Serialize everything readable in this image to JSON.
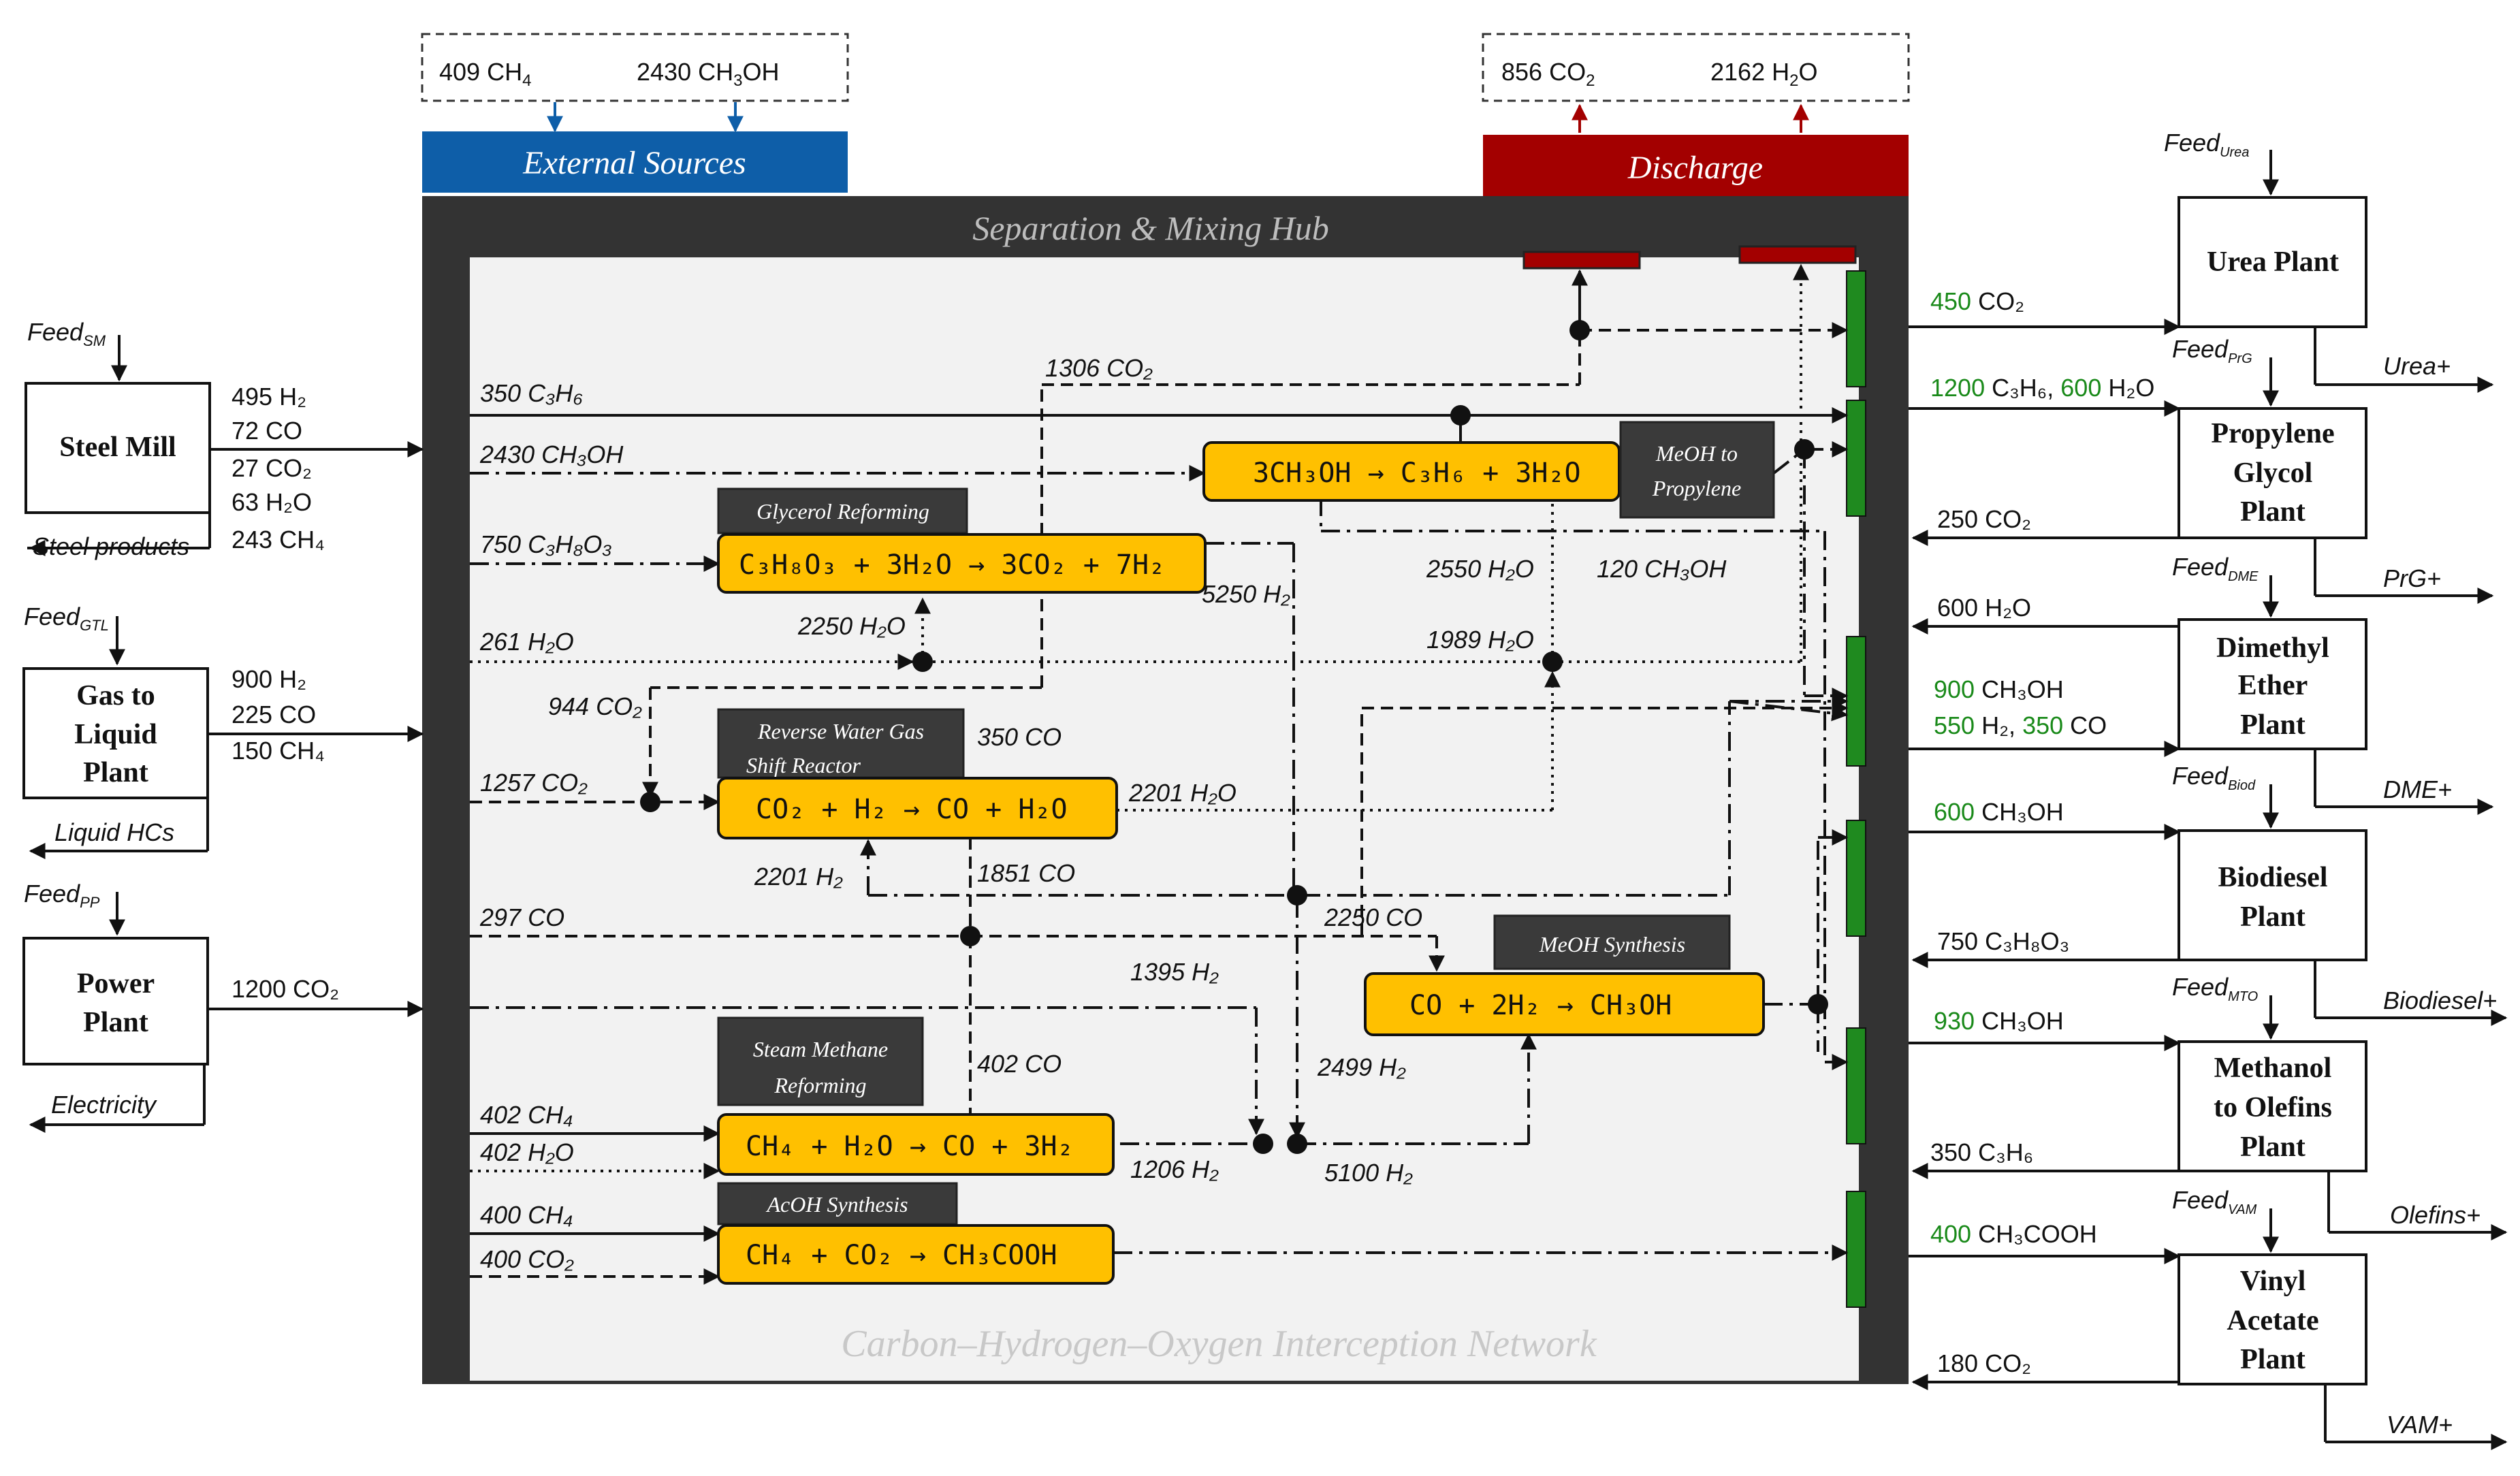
{
  "external_sources": {
    "title": "External Sources",
    "items": [
      {
        "amount": "409",
        "species": "CH",
        "sub": "4"
      },
      {
        "amount": "2430",
        "species": "CH",
        "sub": "3",
        "tail": "OH"
      }
    ]
  },
  "discharge": {
    "title": "Discharge",
    "items": [
      {
        "amount": "856",
        "species": "CO",
        "sub": "2"
      },
      {
        "amount": "2162",
        "species": "H",
        "sub": "2",
        "tail": "O"
      }
    ]
  },
  "hub": {
    "title": "Separation & Mixing Hub",
    "footer": "Carbon–Hydrogen–Oxygen Interception Network"
  },
  "sources": [
    {
      "feed": "Feed",
      "feed_sub": "SM",
      "name_lines": [
        "Steel Mill"
      ],
      "product": "Steel products",
      "streams": [
        "495 H₂",
        "72 CO",
        "27 CO₂",
        "63 H₂O",
        "243 CH₄"
      ]
    },
    {
      "feed": "Feed",
      "feed_sub": "GTL",
      "name_lines": [
        "Gas to",
        "Liquid",
        "Plant"
      ],
      "product": "Liquid HCs",
      "streams": [
        "900 H₂",
        "225 CO",
        "150 CH₄"
      ]
    },
    {
      "feed": "Feed",
      "feed_sub": "PP",
      "name_lines": [
        "Power",
        "Plant"
      ],
      "product": "Electricity",
      "streams": [
        "1200 CO₂"
      ]
    }
  ],
  "reactors": [
    {
      "title_lines": [
        "MeOH to",
        "Propylene"
      ],
      "equation": "3CH₃OH → C₃H₆ + 3H₂O"
    },
    {
      "title_lines": [
        "Glycerol Reforming"
      ],
      "equation": "C₃H₈O₃ + 3H₂O → 3CO₂ + 7H₂"
    },
    {
      "title_lines": [
        "Reverse Water Gas",
        "Shift Reactor"
      ],
      "equation": "CO₂ + H₂ → CO + H₂O"
    },
    {
      "title_lines": [
        "MeOH Synthesis"
      ],
      "equation": "CO + 2H₂ → CH₃OH"
    },
    {
      "title_lines": [
        "Steam Methane",
        "Reforming"
      ],
      "equation": "CH₄ + H₂O → CO + 3H₂"
    },
    {
      "title_lines": [
        "AcOH Synthesis"
      ],
      "equation": "CH₄ + CO₂ → CH₃COOH"
    }
  ],
  "internal_flows": [
    "350 C₃H₆",
    "2430 CH₃OH",
    "750 C₃H₈O₃",
    "261 H₂O",
    "944 CO₂",
    "1257 CO₂",
    "297 CO",
    "402 CH₄",
    "402 H₂O",
    "400 CH₄",
    "400 CO₂",
    "1306 CO₂",
    "2250 H₂O",
    "5250 H₂",
    "2550 H₂O",
    "120 CH₃OH",
    "1989 H₂O",
    "350 CO",
    "2201 H₂O",
    "2201 H₂",
    "1851 CO",
    "2250 CO",
    "1395 H₂",
    "402 CO",
    "2499 H₂",
    "1206 H₂",
    "5100 H₂"
  ],
  "consumers": [
    {
      "feed": "Feed",
      "feed_sub": "Urea",
      "name_lines": [
        "Urea Plant"
      ],
      "product": "Urea+",
      "in": [
        {
          "parts": [
            [
              "450",
              true
            ],
            [
              " CO₂",
              false
            ]
          ]
        }
      ],
      "out": []
    },
    {
      "feed": "Feed",
      "feed_sub": "PrG",
      "name_lines": [
        "Propylene",
        "Glycol",
        "Plant"
      ],
      "product": "PrG+",
      "in": [
        {
          "parts": [
            [
              "1200",
              true
            ],
            [
              " C₃H₆, ",
              false
            ],
            [
              "600",
              true
            ],
            [
              " H₂O",
              false
            ]
          ]
        }
      ],
      "out": [
        "250 CO₂"
      ]
    },
    {
      "feed": "Feed",
      "feed_sub": "DME",
      "name_lines": [
        "Dimethyl",
        "Ether",
        "Plant"
      ],
      "product": "DME+",
      "in": [
        {
          "parts": [
            [
              "900",
              true
            ],
            [
              " CH₃OH",
              false
            ]
          ]
        },
        {
          "parts": [
            [
              "550",
              true
            ],
            [
              " H₂, ",
              false
            ],
            [
              "350",
              true
            ],
            [
              " CO",
              false
            ]
          ]
        }
      ],
      "out": [
        "600 H₂O"
      ]
    },
    {
      "feed": "Feed",
      "feed_sub": "Biod",
      "name_lines": [
        "Biodiesel",
        "Plant"
      ],
      "product": "Biodiesel+",
      "in": [
        {
          "parts": [
            [
              "600",
              true
            ],
            [
              " CH₃OH",
              false
            ]
          ]
        }
      ],
      "out": [
        "750 C₃H₈O₃"
      ]
    },
    {
      "feed": "Feed",
      "feed_sub": "MTO",
      "name_lines": [
        "Methanol",
        "to Olefins",
        "Plant"
      ],
      "product": "Olefins+",
      "in": [
        {
          "parts": [
            [
              "930",
              true
            ],
            [
              " CH₃OH",
              false
            ]
          ]
        }
      ],
      "out": [
        "350 C₃H₆"
      ]
    },
    {
      "feed": "Feed",
      "feed_sub": "VAM",
      "name_lines": [
        "Vinyl",
        "Acetate",
        "Plant"
      ],
      "product": "VAM+",
      "in": [
        {
          "parts": [
            [
              "400",
              true
            ],
            [
              " CH₃COOH",
              false
            ]
          ]
        }
      ],
      "out": [
        "180 CO₂"
      ]
    }
  ],
  "colors": {
    "external": "#0e5ea8",
    "discharge": "#a30000",
    "hub_frame": "#333333",
    "hub_bg": "#f2f2f2",
    "reactor": "#ffc000",
    "port": "#1f8a1f",
    "green_value": "#1a8a1a"
  }
}
